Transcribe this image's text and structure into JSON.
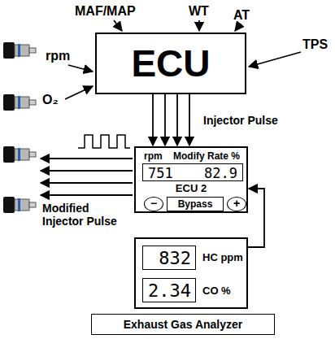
{
  "diagram": {
    "nodes": [
      {
        "text": [
          "ECU"
        ]
      },
      {
        "text": [
          "rpm",
          "Modify Rate %",
          "ECU 2"
        ]
      },
      {
        "text": [
          "751",
          "82.9"
        ],
        "in": 1
      },
      {
        "text": [
          "−"
        ],
        "in": 1
      },
      {
        "text": [
          "Bypass"
        ],
        "in": 1
      },
      {
        "text": [
          "+"
        ],
        "in": 1
      },
      {
        "text": [
          "HC ppm",
          "CO %"
        ]
      },
      {
        "text": [
          "832"
        ],
        "in": 6
      },
      {
        "text": [
          "2.34"
        ],
        "in": 6
      },
      {
        "text": [
          "Exhaust Gas Analyzer"
        ]
      }
    ],
    "edges": [
      {
        "from": 0,
        "to": 1,
        "arrow": "to"
      },
      {
        "from": 0,
        "to": 1,
        "arrow": "to"
      },
      {
        "from": 0,
        "to": 1,
        "arrow": "to"
      },
      {
        "from": 0,
        "to": 1,
        "arrow": "to"
      },
      {
        "from": 6,
        "to": 1,
        "arrow": "to"
      }
    ],
    "labels": [
      "rpm",
      "MAF/MAP",
      "WT",
      "AT",
      "TPS",
      "O₂",
      "Injector Pulse",
      "Modified Injector Pulse"
    ]
  }
}
